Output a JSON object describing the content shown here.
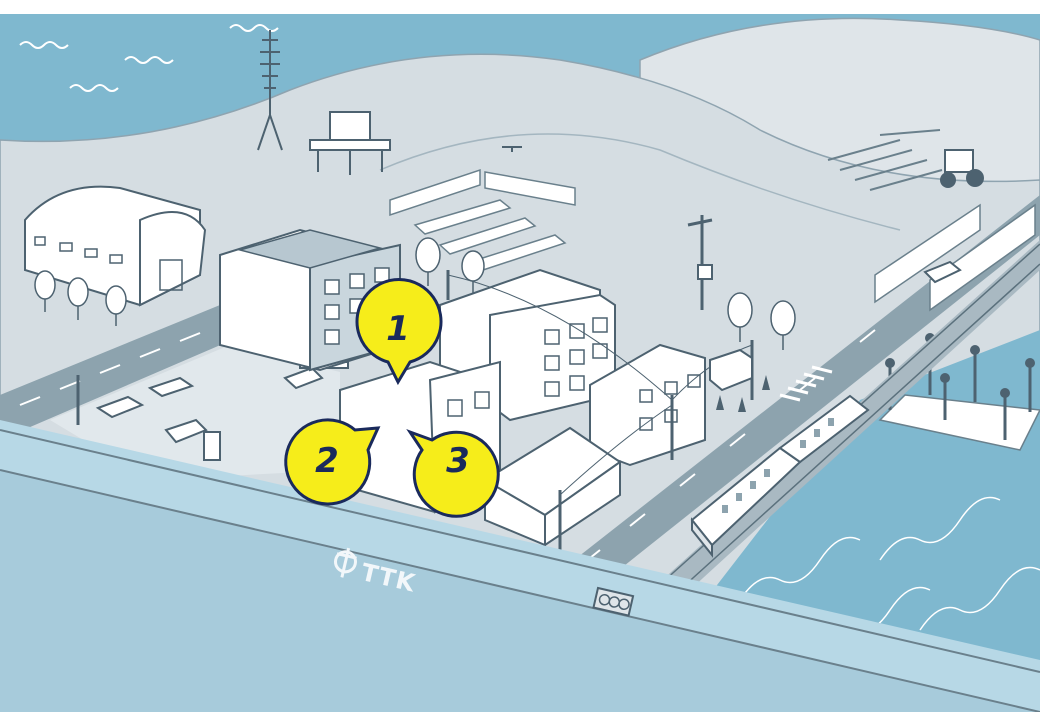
{
  "logo": {
    "text": "TTK"
  },
  "markers": [
    {
      "label": "1"
    },
    {
      "label": "2"
    },
    {
      "label": "3"
    }
  ],
  "colors": {
    "sea": "#7fb8cf",
    "land": "#d5dde2",
    "hill": "#dfe5e9",
    "road": "#8da3ae",
    "building": "#ffffff",
    "outline": "#4d6270",
    "accent": "#f6ed1a",
    "marker_text": "#1a2a5c",
    "cable": "#b7d8e6"
  }
}
